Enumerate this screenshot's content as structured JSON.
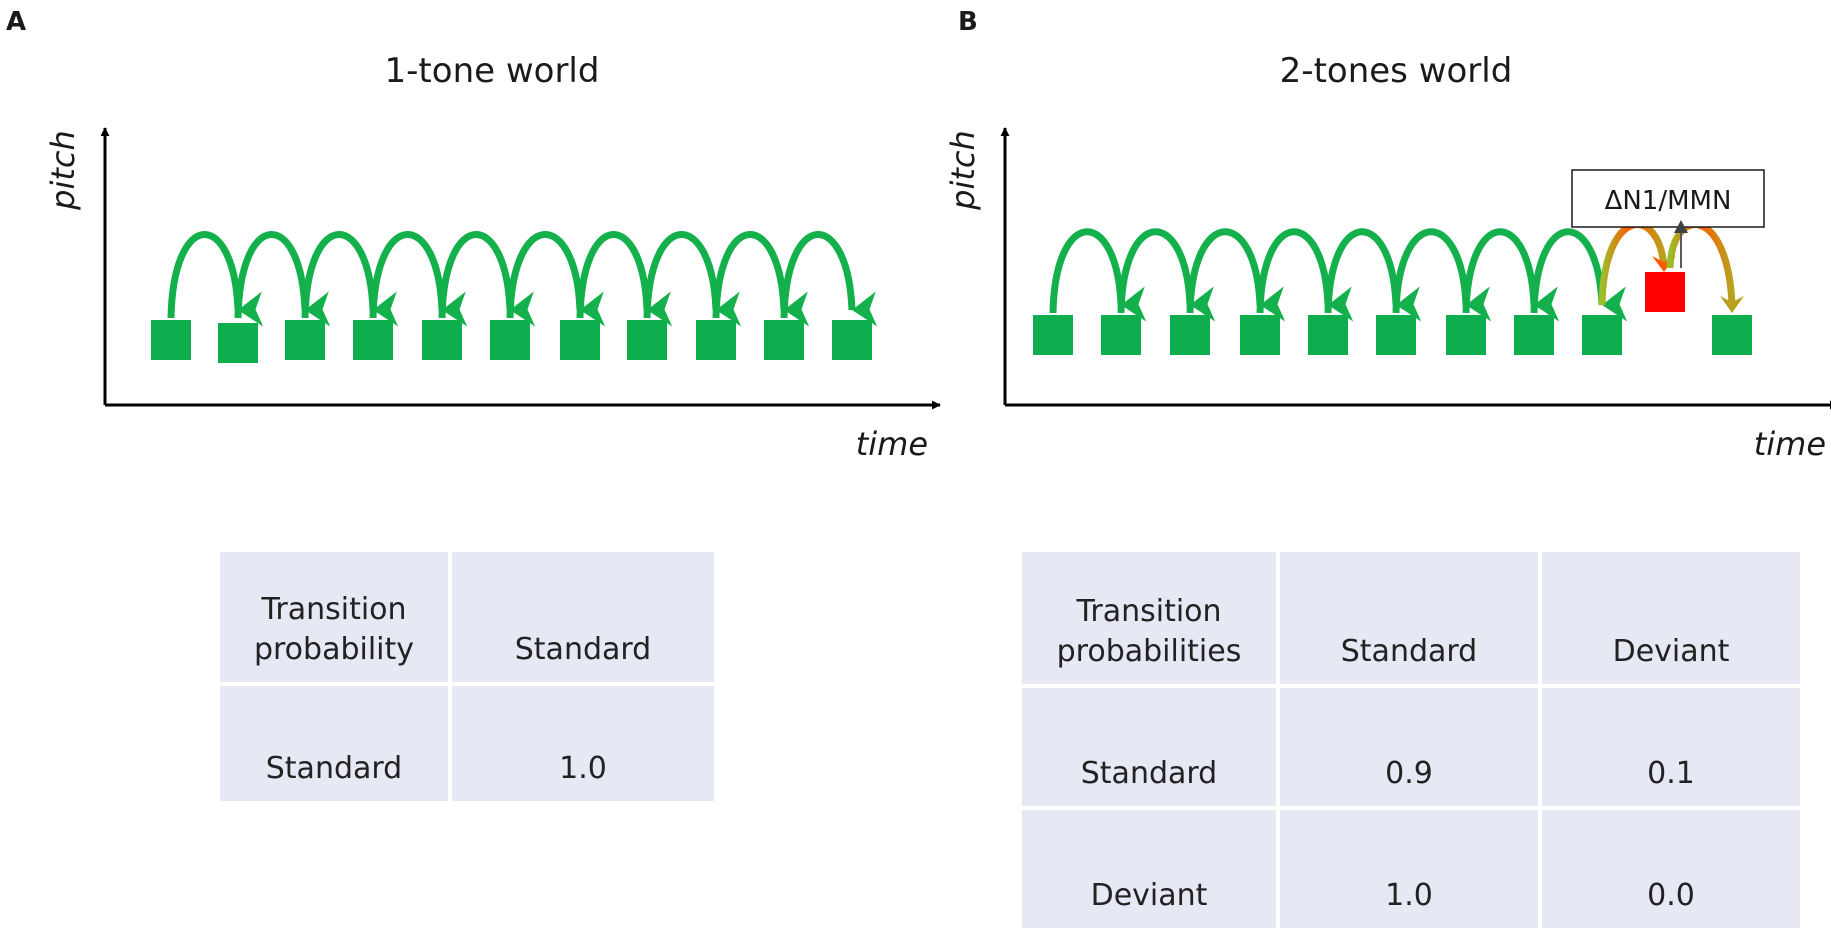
{
  "colors": {
    "standard_tone": "#0eae4e",
    "deviant_tone": "#ff0000",
    "transition_arrow": "#13b04b",
    "surprise_gradient_start": "#9bbf2c",
    "surprise_gradient_mid": "#ff5a00",
    "surprise_gradient_end": "#b8a21f",
    "table_cell": "#e6e8f3"
  },
  "panel_a": {
    "label": "A",
    "title": "1-tone world",
    "y_axis_label": "pitch",
    "x_axis_label": "time",
    "table": {
      "header": [
        "Transition\nprobability",
        "Standard"
      ],
      "rows": [
        [
          "Standard",
          "1.0"
        ]
      ]
    }
  },
  "panel_b": {
    "label": "B",
    "title": "2-tones world",
    "y_axis_label": "pitch",
    "x_axis_label": "time",
    "annotation": "ΔN1/MMN",
    "table": {
      "header": [
        "Transition\nprobabilities",
        "Standard",
        "Deviant"
      ],
      "rows": [
        [
          "Standard",
          "0.9",
          "0.1"
        ],
        [
          "Deviant",
          "1.0",
          "0.0"
        ]
      ]
    }
  }
}
